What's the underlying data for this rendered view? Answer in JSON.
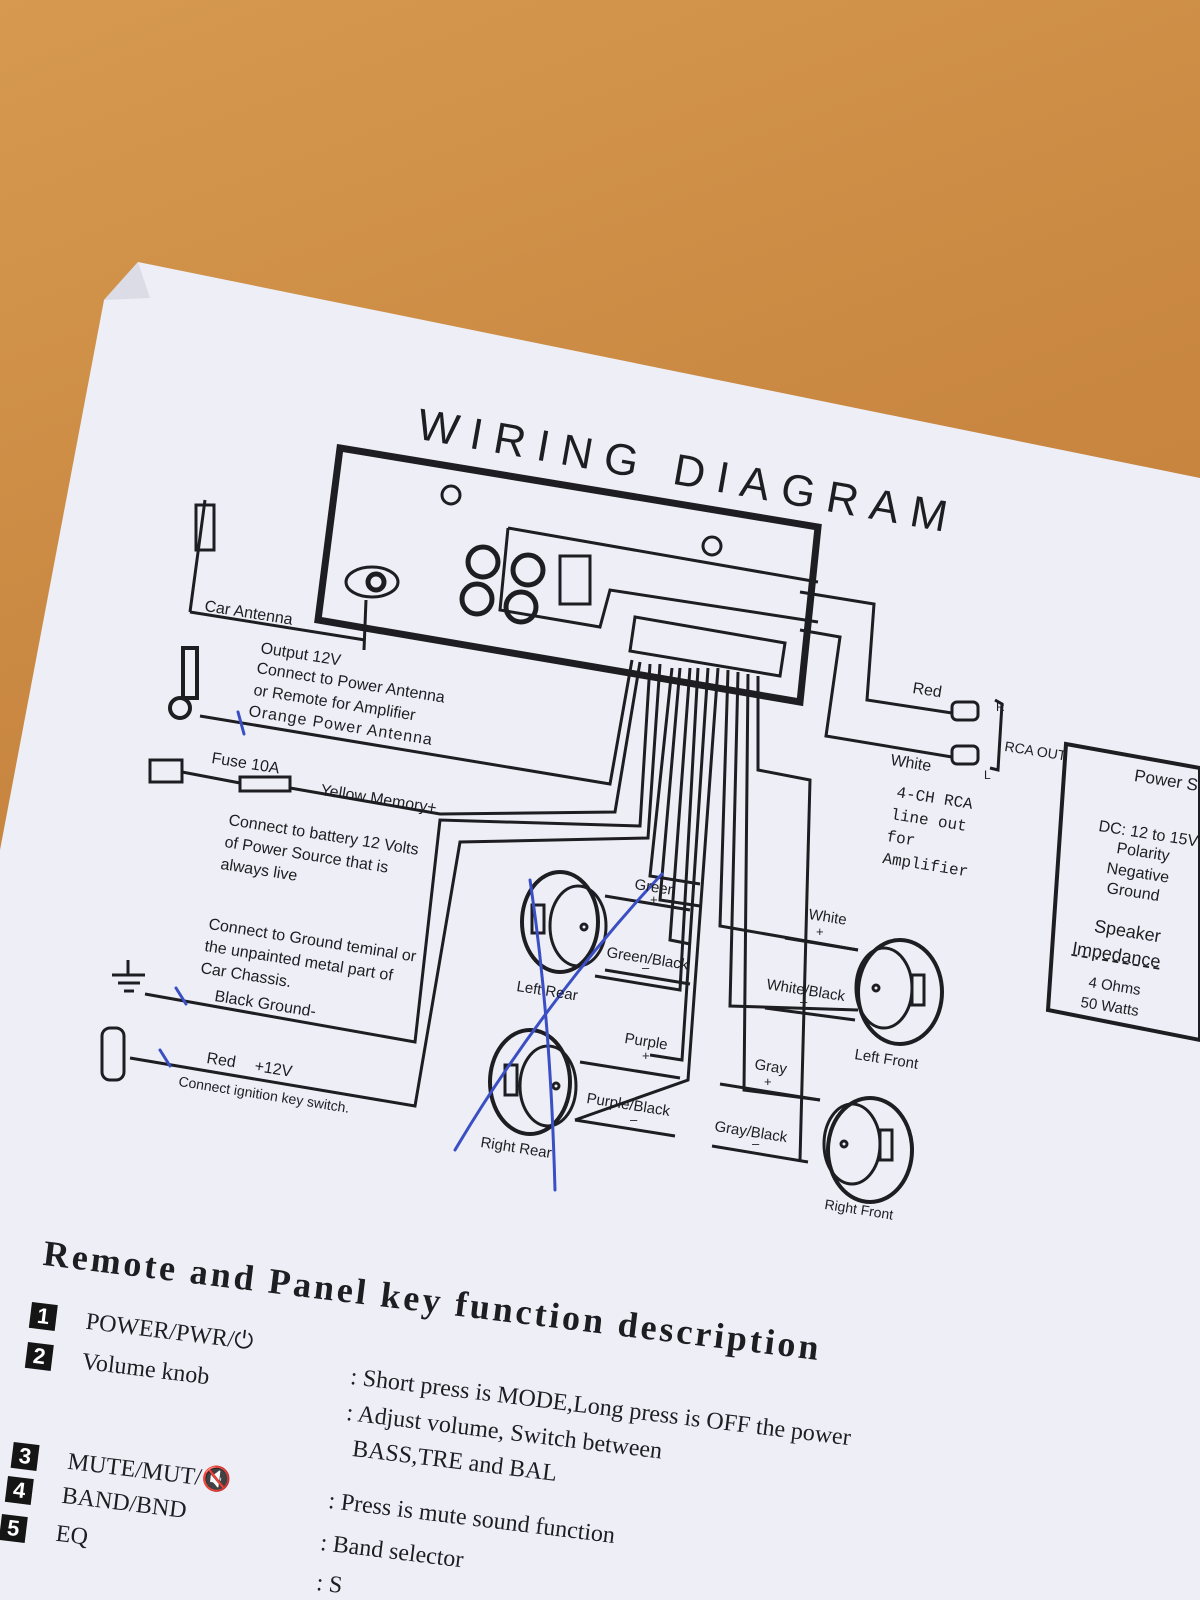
{
  "title": "WIRING DIAGRAM",
  "labels": {
    "car_antenna": "Car Antenna",
    "output_12v": "Output 12V",
    "connect_power_antenna": "Connect to Power Antenna",
    "or_remote": "or Remote for Amplifier",
    "orange_power_antenna": "Orange Power Antenna",
    "fuse": "Fuse 10A",
    "yellow_memory": "Yellow Memory+",
    "battery_1": "Connect to battery 12 Volts",
    "battery_2": "of Power Source that is",
    "battery_3": "always live",
    "ground_1": "Connect to Ground teminal or",
    "ground_2": "the unpainted metal part of",
    "ground_3": "Car Chassis.",
    "black_ground": "Black Ground-",
    "red_label": "Red",
    "plus_12v": "+12V",
    "ignition": "Connect ignition key switch.",
    "rca_red": "Red",
    "rca_white": "White",
    "rca_r": "R",
    "rca_l": "L",
    "rca_out": "RCA OUT",
    "rca_1": "4-CH RCA",
    "rca_2": "line  out",
    "rca_3": "for",
    "rca_4": "Amplifier",
    "green": "Green",
    "green_black": "Green/Black",
    "purple": "Purple",
    "purple_black": "Purple/Black",
    "white": "White",
    "white_black": "White/Black",
    "gray": "Gray",
    "gray_black": "Gray/Black",
    "plus": "+",
    "minus": "–",
    "left_rear": "Left Rear",
    "right_rear": "Right Rear",
    "left_front": "Left Front",
    "right_front": "Right  Front"
  },
  "power_box": {
    "title": "Power Supply:",
    "dc": "DC: 12 to 15V",
    "polarity": "Polarity",
    "negative": "Negative",
    "ground": "Ground",
    "speaker": "Speaker",
    "impedance": "Impedance",
    "ohms": "4  Ohms",
    "watts": "50 Watts"
  },
  "section_title": "Remote and Panel key function description",
  "keys": [
    {
      "num": "1",
      "name": "POWER/PWR/⏻",
      "desc": ": Short press is MODE,Long press is OFF the power"
    },
    {
      "num": "2",
      "name": "Volume knob",
      "desc": ": Adjust volume, Switch between"
    },
    {
      "num": "",
      "name": "",
      "desc": "BASS,TRE and BAL"
    },
    {
      "num": "3",
      "name": "MUTE/MUT/🔇",
      "desc": ": Press is mute sound function"
    },
    {
      "num": "4",
      "name": "BAND/BND",
      "desc": ": Band selector"
    },
    {
      "num": "5",
      "name": "EQ",
      "desc": ": S"
    }
  ],
  "colors": {
    "paper": "#eeeef6",
    "ink": "#1d1d22",
    "pen": "#3a4fc4",
    "wood": "#c98a43"
  }
}
